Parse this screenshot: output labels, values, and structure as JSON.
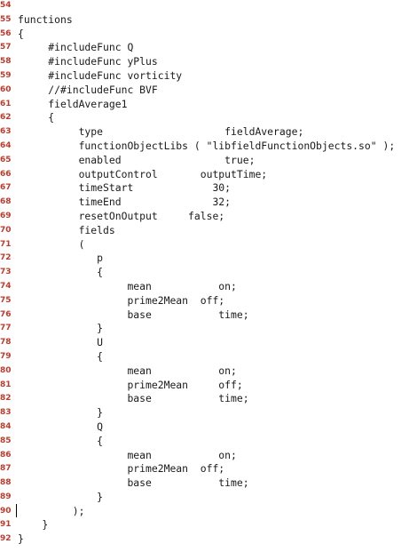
{
  "editor": {
    "accent_line_number_color": "#c0392b",
    "lines": [
      {
        "num": "54",
        "text": ""
      },
      {
        "num": "55",
        "text": "functions"
      },
      {
        "num": "56",
        "text": "{"
      },
      {
        "num": "57",
        "text": "     #includeFunc Q"
      },
      {
        "num": "58",
        "text": "     #includeFunc yPlus"
      },
      {
        "num": "59",
        "text": "     #includeFunc vorticity"
      },
      {
        "num": "60",
        "text": "     //#includeFunc BVF"
      },
      {
        "num": "61",
        "text": "     fieldAverage1"
      },
      {
        "num": "62",
        "text": "     {"
      },
      {
        "num": "63",
        "text": "          type                    fieldAverage;"
      },
      {
        "num": "64",
        "text": "          functionObjectLibs ( \"libfieldFunctionObjects.so\" );"
      },
      {
        "num": "65",
        "text": "          enabled                 true;"
      },
      {
        "num": "66",
        "text": "          outputControl       outputTime;"
      },
      {
        "num": "67",
        "text": "          timeStart             30;"
      },
      {
        "num": "68",
        "text": "          timeEnd               32;"
      },
      {
        "num": "69",
        "text": "          resetOnOutput     false;"
      },
      {
        "num": "70",
        "text": "          fields"
      },
      {
        "num": "71",
        "text": "          ("
      },
      {
        "num": "72",
        "text": "             p"
      },
      {
        "num": "73",
        "text": "             {"
      },
      {
        "num": "74",
        "text": "                  mean           on;"
      },
      {
        "num": "75",
        "text": "                  prime2Mean  off;"
      },
      {
        "num": "76",
        "text": "                  base           time;"
      },
      {
        "num": "77",
        "text": "             }"
      },
      {
        "num": "78",
        "text": "             U"
      },
      {
        "num": "79",
        "text": "             {"
      },
      {
        "num": "80",
        "text": "                  mean           on;"
      },
      {
        "num": "81",
        "text": "                  prime2Mean     off;"
      },
      {
        "num": "82",
        "text": "                  base           time;"
      },
      {
        "num": "83",
        "text": "             }"
      },
      {
        "num": "84",
        "text": "             Q"
      },
      {
        "num": "85",
        "text": "             {"
      },
      {
        "num": "86",
        "text": "                  mean           on;"
      },
      {
        "num": "87",
        "text": "                  prime2Mean  off;"
      },
      {
        "num": "88",
        "text": "                  base           time;"
      },
      {
        "num": "89",
        "text": "             }"
      },
      {
        "num": "90",
        "text": "         );"
      },
      {
        "num": "91",
        "text": "    }"
      },
      {
        "num": "92",
        "text": "}"
      }
    ]
  }
}
